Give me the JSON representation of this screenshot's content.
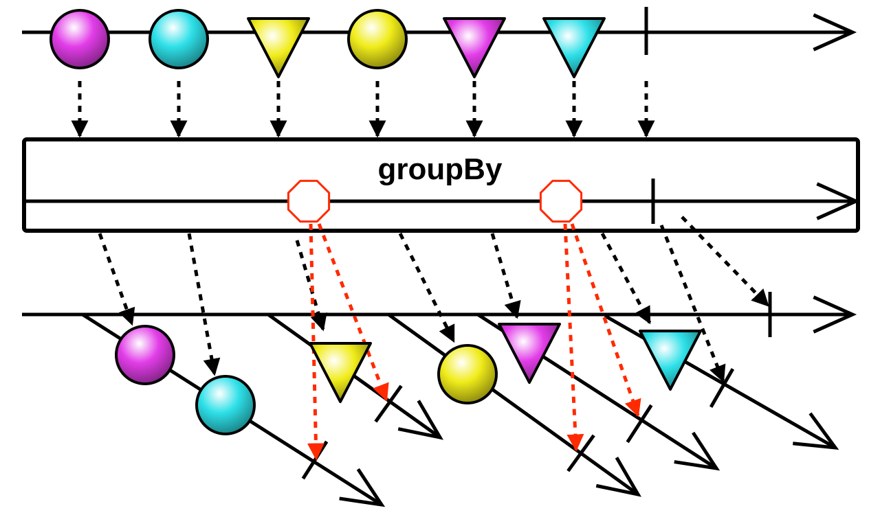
{
  "operator": {
    "label": "groupBy"
  },
  "colors": {
    "magenta": "#e23de8",
    "cyan": "#2ee0e8",
    "yellow": "#f0ec1a",
    "stroke": "#000000",
    "group_key": "#ff2a00"
  },
  "source_items": [
    {
      "shape": "circle",
      "color": "magenta"
    },
    {
      "shape": "circle",
      "color": "cyan"
    },
    {
      "shape": "triangle",
      "color": "yellow"
    },
    {
      "shape": "circle",
      "color": "yellow"
    },
    {
      "shape": "triangle",
      "color": "magenta"
    },
    {
      "shape": "triangle",
      "color": "cyan"
    }
  ],
  "groups": [
    {
      "key": "circle",
      "items": [
        {
          "shape": "circle",
          "color": "magenta"
        },
        {
          "shape": "circle",
          "color": "cyan"
        }
      ]
    },
    {
      "key": "triangle",
      "items": [
        {
          "shape": "triangle",
          "color": "yellow"
        }
      ]
    },
    {
      "key": "circle",
      "items": [
        {
          "shape": "circle",
          "color": "yellow"
        }
      ]
    },
    {
      "key": "triangle",
      "items": [
        {
          "shape": "triangle",
          "color": "magenta"
        }
      ]
    },
    {
      "key": "triangle",
      "items": [
        {
          "shape": "triangle",
          "color": "cyan"
        }
      ]
    }
  ]
}
